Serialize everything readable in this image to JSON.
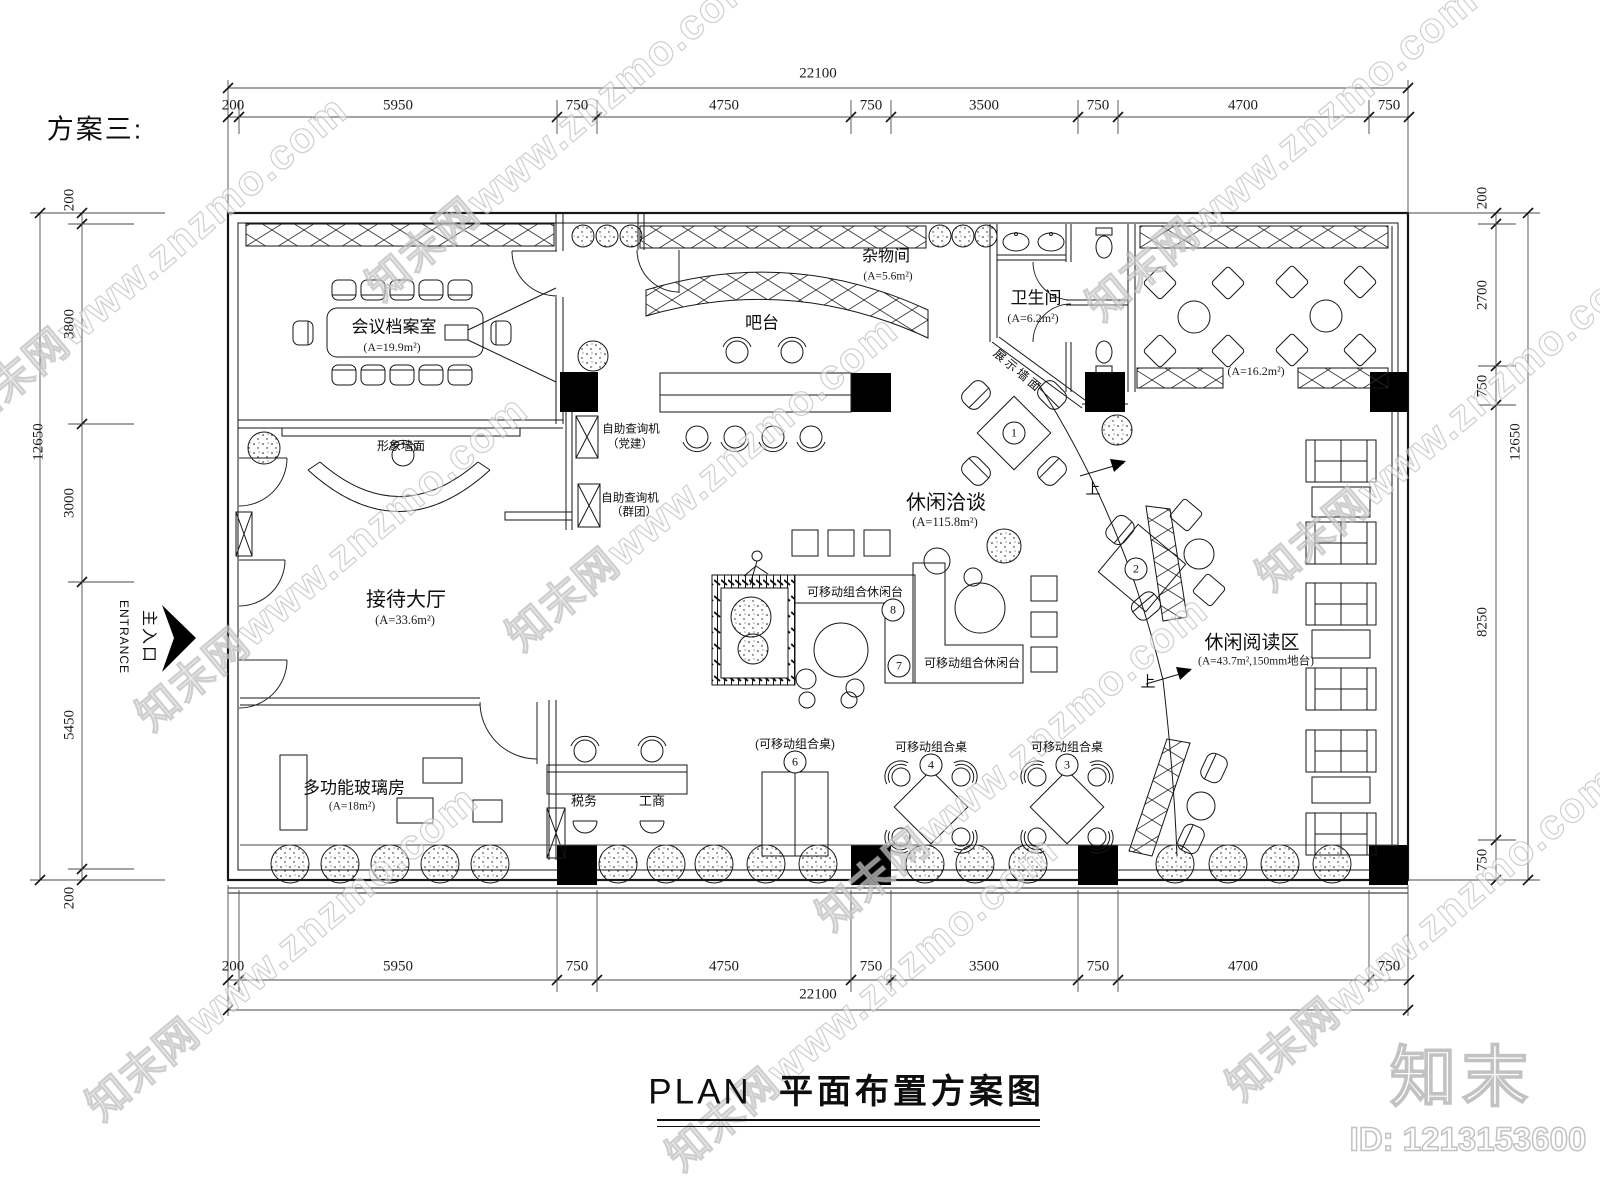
{
  "scheme_label": "方案三:",
  "title": {
    "en": "PLAN",
    "zh": "平面布置方案图"
  },
  "watermark": {
    "text": "知末网www.znzmo.com",
    "logo": "知末",
    "id": "ID: 1213153600"
  },
  "dimensions": {
    "top": {
      "total": "22100",
      "segments": [
        "200",
        "5950",
        "750",
        "4750",
        "750",
        "3500",
        "750",
        "4700",
        "750"
      ]
    },
    "bottom": {
      "total": "22100",
      "segments": [
        "200",
        "5950",
        "750",
        "4750",
        "750",
        "3500",
        "750",
        "4700",
        "750"
      ]
    },
    "left": {
      "total": "12650",
      "segments": [
        "200",
        "3800",
        "3000",
        "5450",
        "200"
      ]
    },
    "right": {
      "total": "12650",
      "segments": [
        "200",
        "2700",
        "750",
        "8250",
        "750"
      ]
    }
  },
  "entrance": {
    "zh": "主入口",
    "en": "ENTRANCE"
  },
  "rooms": {
    "conference": {
      "name": "会议档案室",
      "area": "(A=19.9m²)"
    },
    "storage": {
      "name": "杂物间",
      "area": "(A=5.6m²)"
    },
    "wc": {
      "name": "卫生间",
      "area": "(A=6.2m²)"
    },
    "bar": {
      "name": "吧台"
    },
    "hall": {
      "name": "接待大厅",
      "area": "(A=33.6m²)"
    },
    "lounge": {
      "name": "休闲洽谈",
      "area": "(A=115.8m²)"
    },
    "reading": {
      "name": "休闲阅读区",
      "area": "(A=43.7m²,150mm地台)"
    },
    "glass": {
      "name": "多功能玻璃房",
      "area": "(A=18m²)"
    },
    "tea": {
      "area": "(A=16.2m²)"
    }
  },
  "labels": {
    "image_wall": "形象墙面",
    "display_wall": "展示墙面",
    "kiosk_line1": "自助查询机",
    "kiosk1_line2": "（党建）",
    "kiosk2_line2": "（群团）",
    "mobile_leisure": "可移动组合休闲台",
    "mobile_table": "可移动组合桌",
    "mobile_table_paren": "(可移动组合桌)",
    "tax": "税务",
    "commerce": "工商",
    "up": "上"
  },
  "markers": {
    "m1": "1",
    "m2": "2",
    "m3": "3",
    "m4": "4",
    "m6": "6",
    "m7": "7",
    "m8": "8"
  }
}
